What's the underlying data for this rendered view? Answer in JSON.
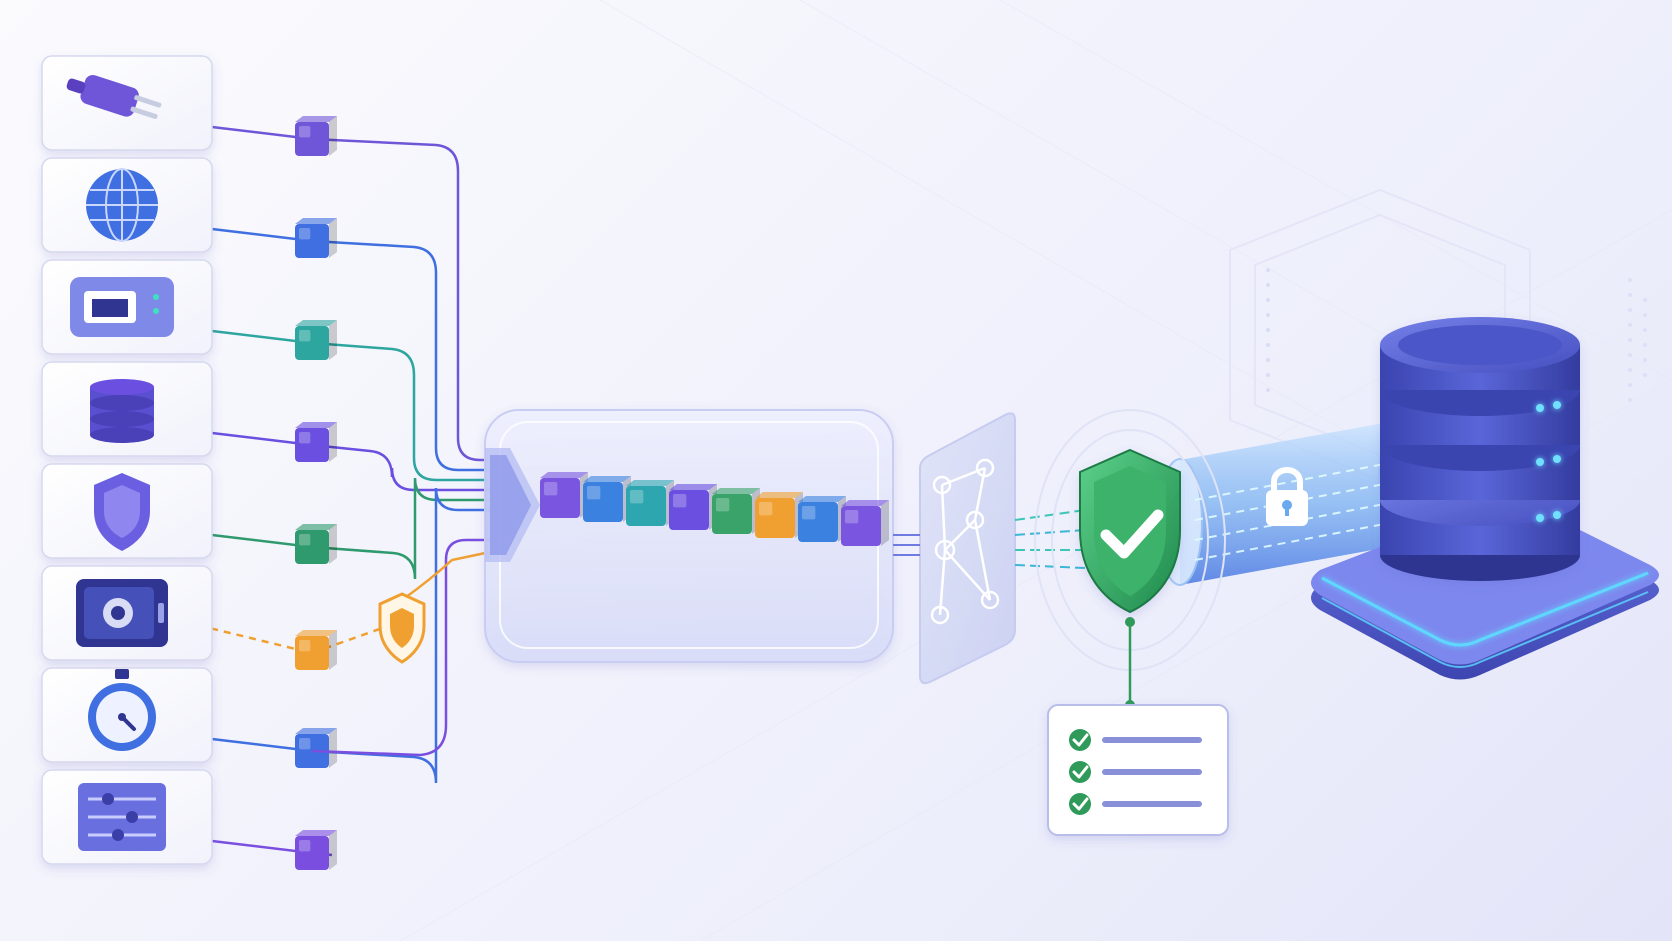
{
  "diagram": {
    "sources": [
      {
        "icon": "plug-icon",
        "color": "#6f56d9",
        "link": "solid"
      },
      {
        "icon": "globe-icon",
        "color": "#3f6fe0",
        "link": "solid"
      },
      {
        "icon": "ethernet-port-icon",
        "color": "#2ea6a0",
        "link": "solid"
      },
      {
        "icon": "database-icon",
        "color": "#6a4fe0",
        "link": "solid"
      },
      {
        "icon": "shield-icon",
        "color": "#2f9a6d",
        "link": "solid"
      },
      {
        "icon": "vault-safe-icon",
        "color": "#f0a030",
        "link": "dashed"
      },
      {
        "icon": "stopwatch-icon",
        "color": "#3f6fe0",
        "link": "solid"
      },
      {
        "icon": "sliders-panel-icon",
        "color": "#7a4fe0",
        "link": "solid"
      }
    ],
    "queue_blocks": [
      "#7a55e0",
      "#3b82e0",
      "#2ea6b0",
      "#6a4fe0",
      "#3aa36a",
      "#f0a030",
      "#3b82e0",
      "#7a55e0"
    ],
    "checklist_items": 3,
    "colors": {
      "accent": "#5a5fe0",
      "success": "#2f9a5a",
      "warning": "#f0a030",
      "database": "#4a55c8"
    }
  }
}
